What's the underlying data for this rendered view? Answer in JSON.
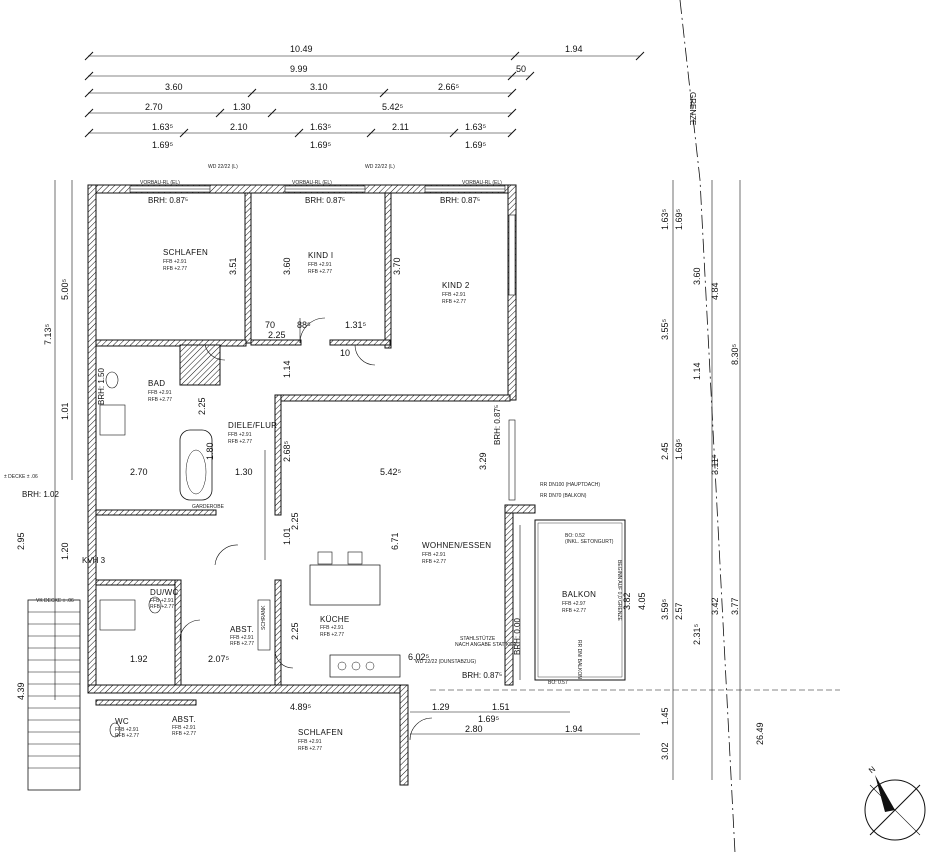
{
  "dimensions": {
    "row1": [
      "10.49",
      "1.94"
    ],
    "row2": [
      "9.99",
      "50"
    ],
    "row3": [
      "3.60",
      "3.10",
      "2.66⁵"
    ],
    "row4": [
      "2.70",
      "1.30",
      "5.42⁵"
    ],
    "row5": [
      "1.63⁵",
      "2.10",
      "1.63⁵",
      "2.11",
      "1.63⁵"
    ],
    "row6": [
      "1.69⁵",
      "1.69⁵",
      "1.69⁵"
    ],
    "left": [
      "5.00⁵",
      "7.13⁵",
      "1.01",
      "2.95",
      "1.20",
      "4.39"
    ],
    "right_outer": [
      "1.63⁵",
      "1.69⁵",
      "3.55⁵",
      "8.30⁵",
      "4.84",
      "1.69⁵",
      "2.45",
      "3.11⁵",
      "3.59⁵",
      "2.57",
      "3.42",
      "3.77",
      "1.45",
      "3.02",
      "26.49"
    ],
    "right_inner": [
      "3.60",
      "1.14",
      "2.31⁵",
      "4.05",
      "3.82"
    ],
    "bottom": [
      "4.89⁵",
      "1.29",
      "1.51",
      "1.69⁵",
      "2.80",
      "1.94",
      "6.02⁵"
    ],
    "inner": [
      "3.51",
      "3.60",
      "3.70",
      "2.25",
      "1.31⁵",
      "70",
      "88⁵",
      "10",
      "1.14",
      "2.25",
      "1.80",
      "2.68⁵",
      "2.25",
      "1.01",
      "6.71",
      "3.29",
      "2.70",
      "1.30",
      "5.42⁵",
      "2.07⁵",
      "1.92",
      "2.25"
    ]
  },
  "rooms": {
    "schlafen": {
      "name": "SCHLAFEN",
      "ffb": "FFB +2.91",
      "rfb": "RFB +2.77"
    },
    "kind1": {
      "name": "KIND I",
      "ffb": "FFB +2.91",
      "rfb": "RFB +2.77"
    },
    "kind2": {
      "name": "KIND 2",
      "ffb": "FFB +2.91",
      "rfb": "RFB +2.77"
    },
    "bad": {
      "name": "BAD",
      "ffb": "FFB +2.91",
      "rfb": "RFB +2.77"
    },
    "diele": {
      "name": "DIELE/FLUR",
      "ffb": "FFB +2.91",
      "rfb": "RFB +2.77"
    },
    "wohnen": {
      "name": "WOHNEN/ESSEN",
      "ffb": "FFB +2.91",
      "rfb": "RFB +2.77"
    },
    "duwc": {
      "name": "DU/WC",
      "ffb": "FFB +2.91",
      "rfb": "RFB +2.77"
    },
    "abst1": {
      "name": "ABST.",
      "ffb": "FFB +2.91",
      "rfb": "RFB +2.77"
    },
    "kueche": {
      "name": "KÜCHE",
      "ffb": "FFB +2.91",
      "rfb": "RFB +2.77"
    },
    "balkon": {
      "name": "BALKON",
      "ffb": "FFB +2.97",
      "rfb": "RFB +2.77"
    },
    "schlafen2": {
      "name": "SCHLAFEN",
      "ffb": "FFB +2.91",
      "rfb": "RFB +2.77"
    },
    "wc2": {
      "name": "WC",
      "ffb": "FFB +2.91",
      "rfb": "RFB +2.77"
    },
    "abst2": {
      "name": "ABST.",
      "ffb": "FFB +2.91",
      "rfb": "RFB +2.77"
    }
  },
  "annotations": {
    "brh1": "BRH: 0.87⁵",
    "brh2": "BRH: 0.87⁵",
    "brh3": "BRH: 0.87⁵",
    "brh4": "BRH: 0.87⁵",
    "brh_left": "BRH: 1.02",
    "brh_bad": "BRH: 1.50",
    "brh_balkon": "BRH: 0.00",
    "brh_bottom": "BRH: 0.87⁵",
    "garderobe": "GARDEROBE",
    "schrank": "SCHRANK",
    "stahlstuetze": "STAHLSTÜTZE",
    "stahlstuetze_sub": "NACH ANGABE STATIKER",
    "grenze": "GRENZE",
    "beginn": "BEGINN AUF 0,0 GRENZE",
    "balkon_side": "RR DN/ BALKON",
    "vorbau1": "VORBAU-RL (EL)",
    "vorbau2": "VORBAU-RL (EL)",
    "vorbau3": "VORBAU-RL (EL)",
    "wd1": "WD 22/22 (L)",
    "wd2": "WD 22/22 (L)",
    "rr_dn": "RR DN100 (HAUPTDACH)",
    "rr_balkon": "RR DN70 (BALKON)",
    "bo_oben": "BO: 0.52",
    "bo_unten": "BO: 0.57",
    "vk_decke": "VK DECKE ± .06",
    "decke_06": "± DECKE ± .06",
    "balkon_area": "(INKL. SETONGURT)",
    "kvh": "KVH 3",
    "wd_bottom": "WD 22/22 (DUNSTABZUG)"
  },
  "compass": {
    "label": "N"
  }
}
